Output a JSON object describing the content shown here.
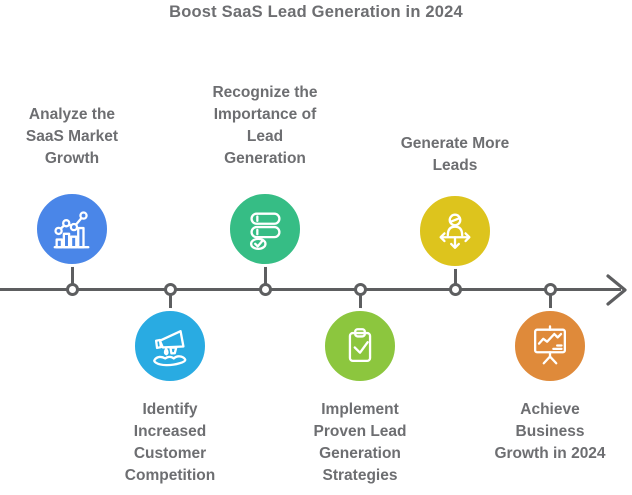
{
  "title": "Boost SaaS Lead Generation in 2024",
  "colors": {
    "axis": "#5d5e60",
    "text": "#6d6e71"
  },
  "timeline": {
    "direction": "left-to-right",
    "arrowhead": "chevron-right"
  },
  "steps": [
    {
      "name": "analyze-saas-market-growth",
      "position": "top",
      "color": "#4a86e8",
      "icon": "bar-line-chart-icon",
      "label_lines": [
        "Analyze the",
        "SaaS Market",
        "Growth"
      ]
    },
    {
      "name": "identify-increased-customer-competition",
      "position": "bottom",
      "color": "#29abe2",
      "icon": "megaphone-hand-icon",
      "label_lines": [
        "Identify",
        "Increased",
        "Customer",
        "Competition"
      ]
    },
    {
      "name": "recognize-importance-of-lead-generation",
      "position": "top",
      "color": "#36bd85",
      "icon": "task-list-icon",
      "label_lines": [
        "Recognize the",
        "Importance of",
        "Lead",
        "Generation"
      ]
    },
    {
      "name": "implement-proven-lead-generation-strategies",
      "position": "bottom",
      "color": "#8cc63e",
      "icon": "clipboard-check-icon",
      "label_lines": [
        "Implement",
        "Proven Lead",
        "Generation",
        "Strategies"
      ]
    },
    {
      "name": "generate-more-leads",
      "position": "top",
      "color": "#ddc41d",
      "icon": "person-arrows-icon",
      "label_lines": [
        "Generate More",
        "Leads"
      ]
    },
    {
      "name": "achieve-business-growth-in-2024",
      "position": "bottom",
      "color": "#df8a3a",
      "icon": "presentation-board-icon",
      "label_lines": [
        "Achieve",
        "Business",
        "Growth in 2024"
      ]
    }
  ]
}
